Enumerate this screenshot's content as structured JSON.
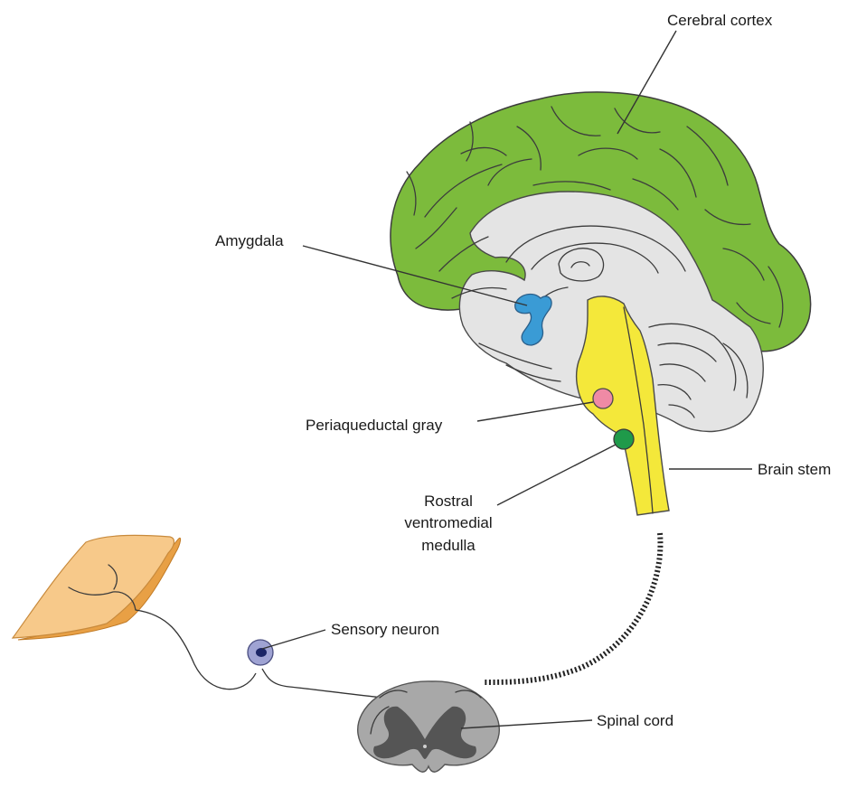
{
  "labels": {
    "cerebral_cortex": "Cerebral cortex",
    "amygdala": "Amygdala",
    "periaqueductal_gray": "Periaqueductal gray",
    "brain_stem": "Brain stem",
    "rvm_line1": "Rostral",
    "rvm_line2": "ventromedial",
    "rvm_line3": "medulla",
    "sensory_neuron": "Sensory neuron",
    "spinal_cord": "Spinal cord"
  },
  "colors": {
    "cortex": "#7cbb3c",
    "inner_brain": "#e4e4e4",
    "amygdala": "#3a9bd5",
    "brain_stem": "#f4e83a",
    "periaqueductal_gray": "#ef8aa5",
    "rvm": "#1f9a4a",
    "skin": "#f7c98a",
    "skin_edge": "#e8a045",
    "neuron_body": "#9fa3d3",
    "neuron_nucleus": "#1b2566",
    "spinal_white": "#a8a8a8",
    "spinal_gray": "#555555"
  }
}
